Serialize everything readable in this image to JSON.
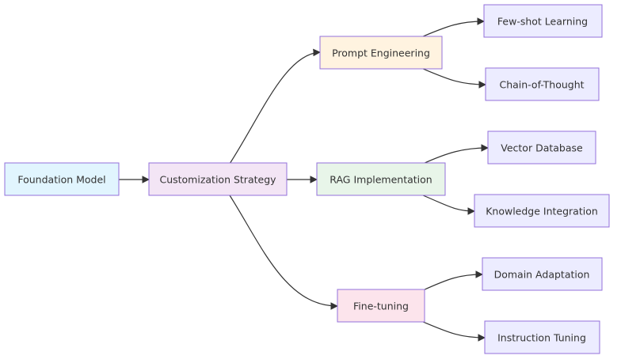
{
  "diagram": {
    "nodes": {
      "foundation": {
        "label": "Foundation Model",
        "fill": "#e1f5fe"
      },
      "strategy": {
        "label": "Customization Strategy",
        "fill": "#f3e5f5"
      },
      "prompt": {
        "label": "Prompt Engineering",
        "fill": "#fff3e0"
      },
      "rag": {
        "label": "RAG Implementation",
        "fill": "#e8f5e9"
      },
      "finetune": {
        "label": "Fine-tuning",
        "fill": "#fce4ec"
      },
      "fewshot": {
        "label": "Few-shot Learning",
        "fill": "#ECECFF"
      },
      "cot": {
        "label": "Chain-of-Thought",
        "fill": "#ECECFF"
      },
      "vectordb": {
        "label": "Vector Database",
        "fill": "#ECECFF"
      },
      "knowledge": {
        "label": "Knowledge Integration",
        "fill": "#ECECFF"
      },
      "domain": {
        "label": "Domain Adaptation",
        "fill": "#ECECFF"
      },
      "instruction": {
        "label": "Instruction Tuning",
        "fill": "#ECECFF"
      }
    },
    "edges": [
      {
        "from": "foundation",
        "to": "strategy"
      },
      {
        "from": "strategy",
        "to": "prompt"
      },
      {
        "from": "strategy",
        "to": "rag"
      },
      {
        "from": "strategy",
        "to": "finetune"
      },
      {
        "from": "prompt",
        "to": "fewshot"
      },
      {
        "from": "prompt",
        "to": "cot"
      },
      {
        "from": "rag",
        "to": "vectordb"
      },
      {
        "from": "rag",
        "to": "knowledge"
      },
      {
        "from": "finetune",
        "to": "domain"
      },
      {
        "from": "finetune",
        "to": "instruction"
      }
    ]
  }
}
